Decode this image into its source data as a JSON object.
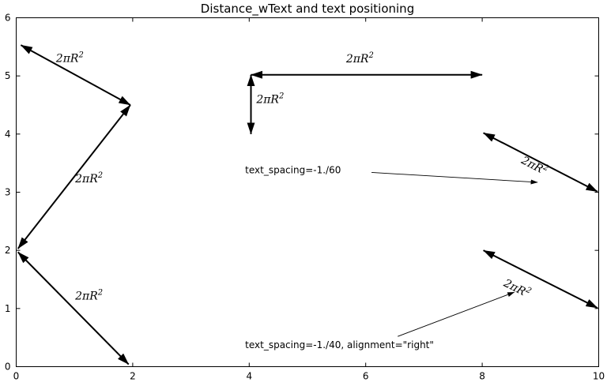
{
  "figure": {
    "background_color": "#ffffff",
    "line_color": "#000000"
  },
  "chart_data": {
    "type": "line",
    "title": "Distance_wText and text positioning",
    "xlabel": "",
    "ylabel": "",
    "xlim": [
      0,
      10
    ],
    "ylim": [
      0,
      6
    ],
    "xticks": [
      0,
      2,
      4,
      6,
      8,
      10
    ],
    "yticks": [
      0,
      1,
      2,
      3,
      4,
      5,
      6
    ],
    "grid": false,
    "legend_position": "none",
    "arrows": [
      {
        "name": "arrow-upper-left",
        "x1": 0.08,
        "y1": 5.53,
        "x2": 1.96,
        "y2": 4.5,
        "double_headed": true,
        "label": "2πR^2",
        "label_x": 0.92,
        "label_y": 5.31,
        "label_along": false
      },
      {
        "name": "arrow-left-rising",
        "x1": 1.96,
        "y1": 4.5,
        "x2": 0.03,
        "y2": 2.03,
        "double_headed": true,
        "label": "2πR^2",
        "label_x": 1.25,
        "label_y": 3.24,
        "label_along": false
      },
      {
        "name": "arrow-left-falling",
        "x1": 0.03,
        "y1": 1.97,
        "x2": 1.93,
        "y2": 0.04,
        "double_headed": true,
        "label": "2πR^2",
        "label_x": 1.25,
        "label_y": 1.22,
        "label_along": false
      },
      {
        "name": "arrow-horizontal",
        "x1": 4.03,
        "y1": 5.02,
        "x2": 8.0,
        "y2": 5.02,
        "double_headed": true,
        "label": "2πR^2",
        "label_x": 5.9,
        "label_y": 5.3,
        "label_along": false
      },
      {
        "name": "arrow-vertical",
        "x1": 4.03,
        "y1": 5.02,
        "x2": 4.03,
        "y2": 4.0,
        "double_headed": true,
        "label": "2πR^2",
        "label_x": 4.36,
        "label_y": 4.6,
        "label_along": false
      },
      {
        "name": "arrow-right-upper",
        "x1": 8.02,
        "y1": 4.02,
        "x2": 9.98,
        "y2": 3.01,
        "double_headed": true,
        "label": "2πR^2",
        "label_x": 8.9,
        "label_y": 3.46,
        "label_along": true
      },
      {
        "name": "arrow-right-lower",
        "x1": 8.02,
        "y1": 2.0,
        "x2": 9.98,
        "y2": 1.01,
        "double_headed": true,
        "label": "2πR^2",
        "label_x": 8.6,
        "label_y": 1.35,
        "label_along": true
      }
    ],
    "annotations": [
      {
        "name": "annotation-spacing-60",
        "text": "text_spacing=-1./60",
        "text_x": 3.93,
        "text_y": 3.38,
        "line_x1": 6.1,
        "line_y1": 3.34,
        "line_x2": 8.95,
        "line_y2": 3.17
      },
      {
        "name": "annotation-spacing-40",
        "text": "text_spacing=-1./40, alignment=\"right\"",
        "text_x": 3.93,
        "text_y": 0.37,
        "line_x1": 6.55,
        "line_y1": 0.52,
        "line_x2": 8.55,
        "line_y2": 1.28
      }
    ]
  }
}
